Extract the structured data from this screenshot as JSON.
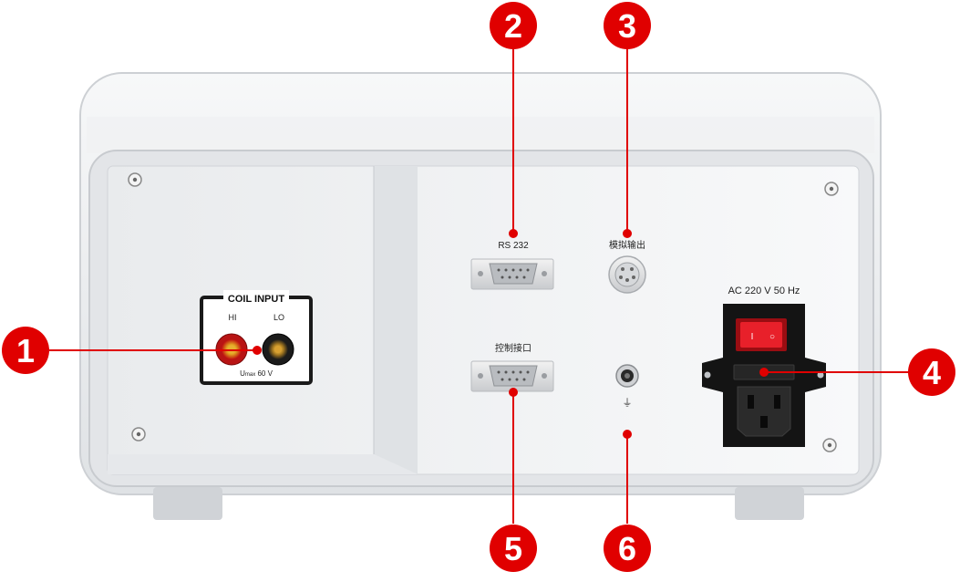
{
  "colors": {
    "callout": "#e00000",
    "body": "#eceef0",
    "panel": "#f4f5f6",
    "rocker": "#e8202a"
  },
  "callouts": [
    "1",
    "2",
    "3",
    "4",
    "5",
    "6"
  ],
  "coil_input": {
    "title": "COIL INPUT",
    "hi": "HI",
    "lo": "LO",
    "umax_prefix": "U",
    "umax_sub": "max",
    "umax_value": " 60 V"
  },
  "ports": {
    "rs232": "RS 232",
    "analog_out": "模拟输出",
    "control_port": "控制接口",
    "ground_symbol": "⏚"
  },
  "power": {
    "label": "AC 220 V 50 Hz",
    "switch_off": "○",
    "switch_on": "I"
  }
}
